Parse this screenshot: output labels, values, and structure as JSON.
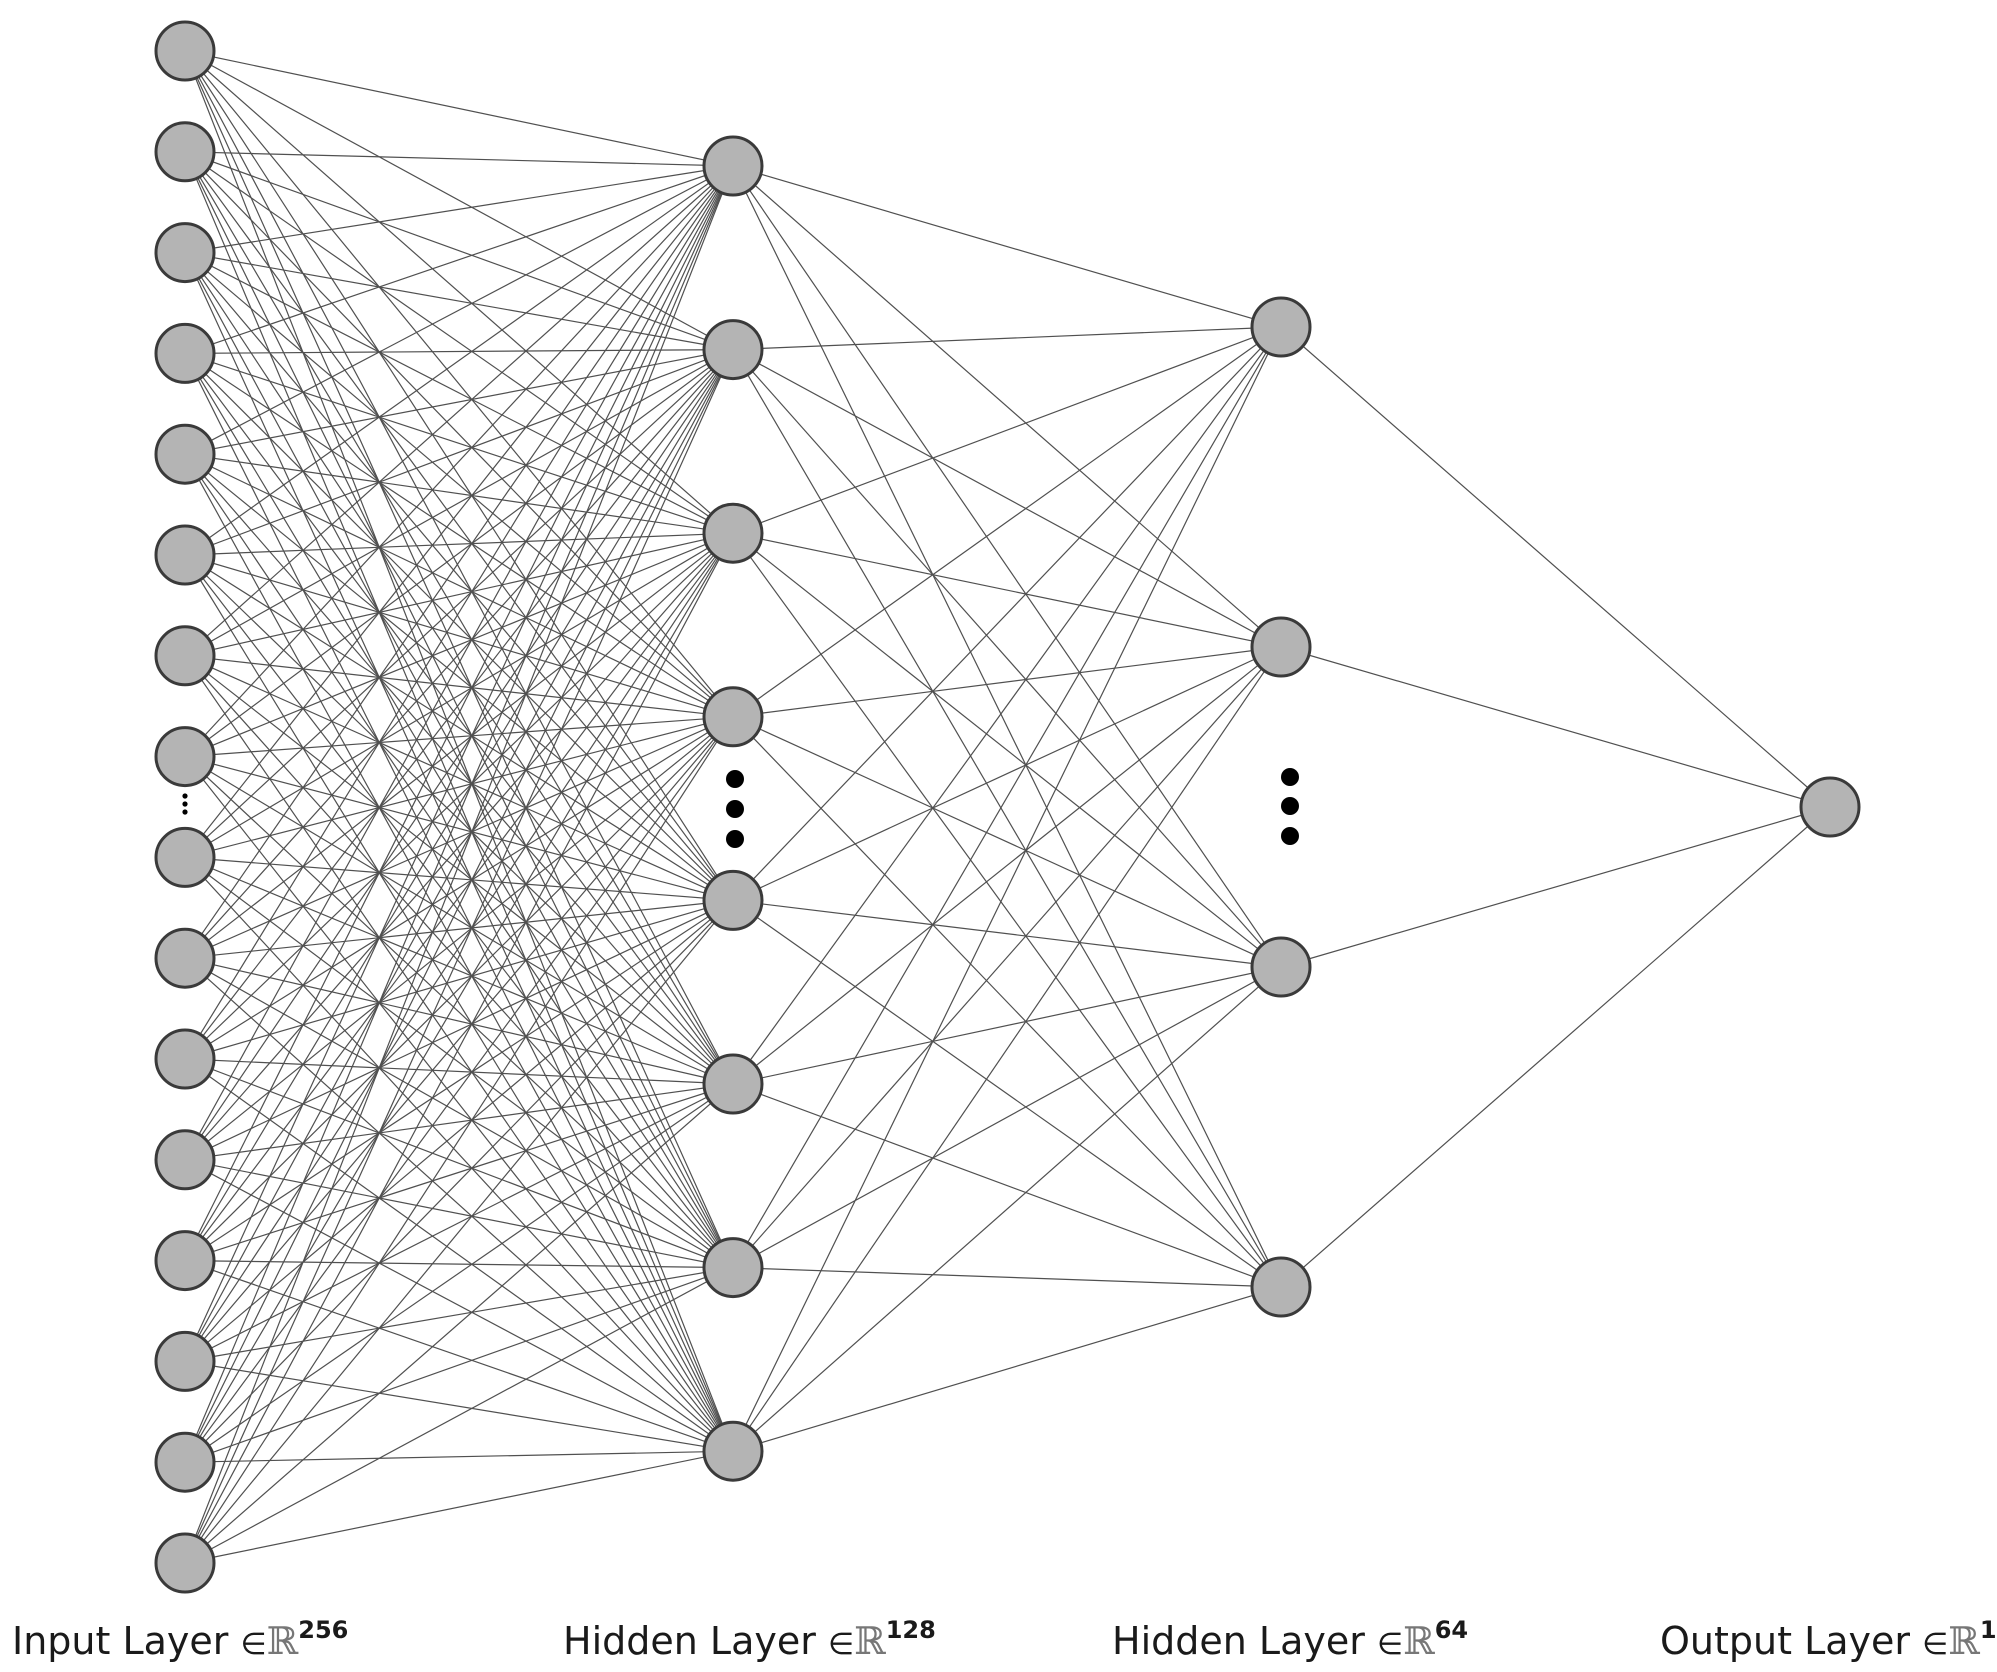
{
  "colors": {
    "node_fill": "#b4b4b4",
    "node_stroke": "#3a3a3a",
    "edge": "#505050",
    "background": "#ffffff"
  },
  "layers": [
    {
      "name": "Input Layer",
      "symbol": "∈",
      "space": "ℝ",
      "dim": "256",
      "drawn_nodes": 16,
      "ellipsis_after": 8
    },
    {
      "name": "Hidden Layer",
      "symbol": "∈",
      "space": "ℝ",
      "dim": "128",
      "drawn_nodes": 8,
      "ellipsis_after": 4
    },
    {
      "name": "Hidden Layer",
      "symbol": "∈",
      "space": "ℝ",
      "dim": "64",
      "drawn_nodes": 4,
      "ellipsis_after": 2
    },
    {
      "name": "Output Layer",
      "symbol": "∈",
      "space": "ℝ",
      "dim": "1",
      "drawn_nodes": 1,
      "ellipsis_after": null
    }
  ],
  "connectivity": "fully-connected"
}
